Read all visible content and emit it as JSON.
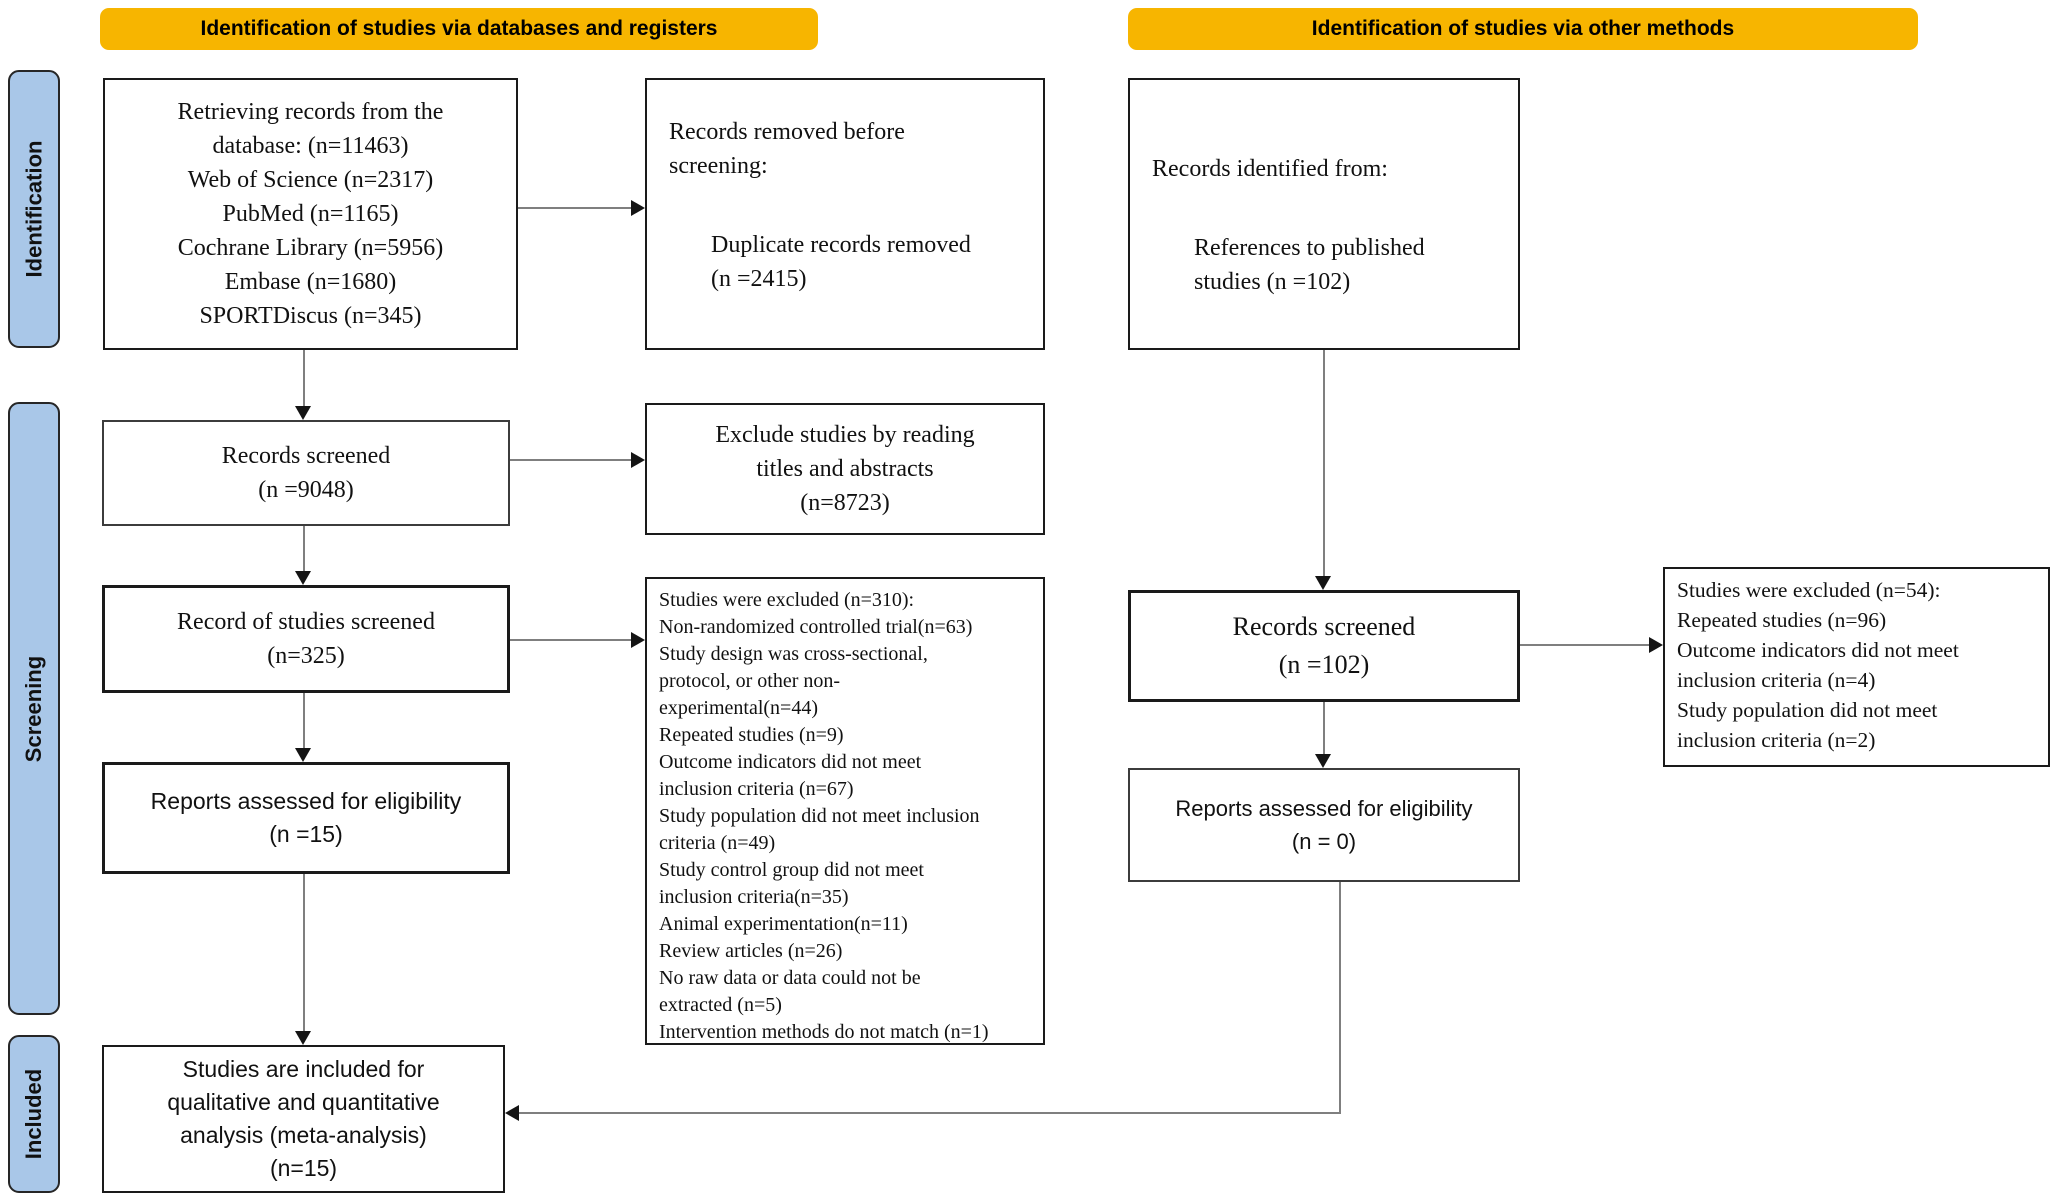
{
  "headers": {
    "left": "Identification of studies via databases and registers",
    "right": "Identification of studies via other methods"
  },
  "stage_labels": {
    "identification": "Identification",
    "screening": "Screening",
    "included": "Included"
  },
  "colors": {
    "header_bg": "#F7B500",
    "stage_bg": "#A9C7E8",
    "box_border": "#1A1A1A",
    "line_gray": "#7F7F7F",
    "arrowhead": "#141414"
  },
  "boxes": {
    "db_identified": {
      "lines": [
        "Retrieving records from the",
        "database: (n=11463)",
        "Web of Science (n=2317)",
        "PubMed (n=1165)",
        "Cochrane Library (n=5956)",
        "Embase (n=1680)",
        "SPORTDiscus (n=345)"
      ]
    },
    "removed_before_screening": {
      "title": [
        "Records removed before",
        "screening:"
      ],
      "detail": [
        "Duplicate records removed",
        "(n =2415)"
      ]
    },
    "records_screened_db": {
      "lines": [
        "Records screened",
        "(n =9048)"
      ]
    },
    "excluded_titles_abstracts": {
      "lines": [
        "Exclude studies by reading",
        "titles and abstracts",
        "(n=8723)"
      ]
    },
    "record_of_studies_screened": {
      "lines": [
        "Record of studies screened",
        "(n=325)"
      ]
    },
    "studies_excluded_310": {
      "lines": [
        "Studies were excluded (n=310):",
        "Non-randomized controlled trial(n=63)",
        "Study design was cross-sectional,",
        "protocol, or other non-",
        "experimental(n=44)",
        "Repeated studies (n=9)",
        "Outcome indicators did not meet",
        "inclusion criteria (n=67)",
        "Study population did not meet inclusion",
        "criteria (n=49)",
        "Study control group did not meet",
        "inclusion criteria(n=35)",
        "Animal experimentation(n=11)",
        "Review articles (n=26)",
        "No raw data or data could not be",
        "extracted (n=5)",
        "Intervention methods do not match (n=1)"
      ]
    },
    "reports_assessed_db": {
      "lines": [
        "Reports assessed for eligibility",
        "(n =15)"
      ]
    },
    "included_final": {
      "lines": [
        "Studies are included for",
        "qualitative and quantitative",
        "analysis (meta-analysis)",
        "(n=15)"
      ]
    },
    "other_identified": {
      "title": [
        "Records identified from:"
      ],
      "detail": [
        "References to published",
        "studies (n =102)"
      ]
    },
    "records_screened_other": {
      "lines": [
        "Records screened",
        "(n =102)"
      ]
    },
    "studies_excluded_54": {
      "lines": [
        "Studies were excluded (n=54):",
        "Repeated studies (n=96)",
        "Outcome indicators did not meet",
        "inclusion criteria (n=4)",
        "Study population did not meet",
        "inclusion criteria (n=2)"
      ]
    },
    "reports_assessed_other": {
      "lines": [
        "Reports assessed for eligibility",
        "(n = 0)"
      ]
    }
  }
}
